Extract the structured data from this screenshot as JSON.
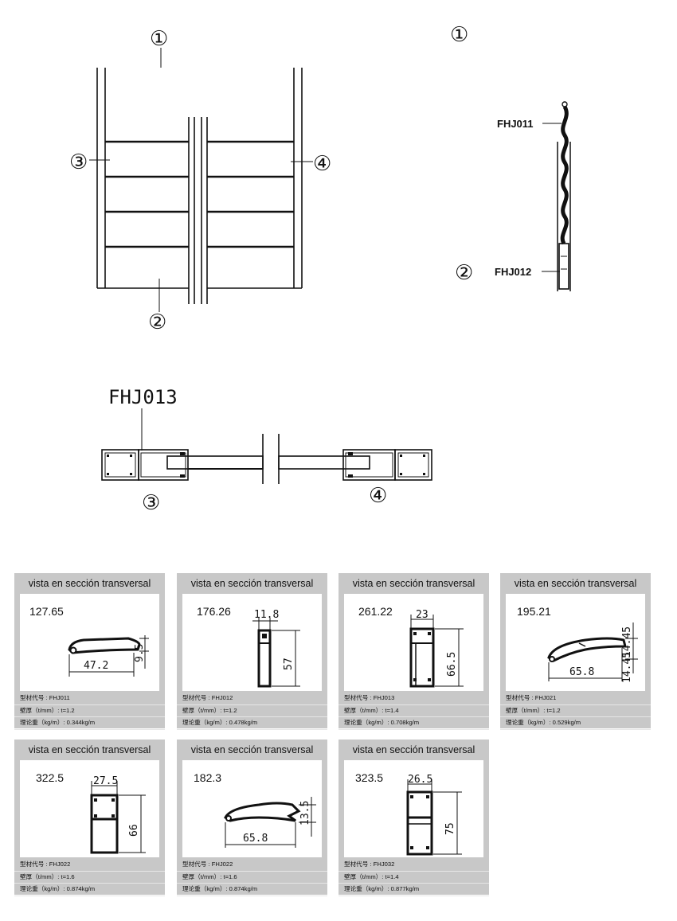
{
  "callouts": {
    "c1_left": "①",
    "c1_right": "①",
    "c2_left": "②",
    "c2_right": "②",
    "c3_left": "③",
    "c4_left": "④",
    "c3_bottom": "③",
    "c4_bottom": "④"
  },
  "side_labels": {
    "top": "FHJ011",
    "bottom": "FHJ012"
  },
  "section_title": "FHJ013",
  "cards": [
    {
      "header": "vista en sección transversal",
      "number": "127.65",
      "dims": [
        "47.2",
        "9.5"
      ],
      "model": "型材代号 : FHJ011",
      "thickness": "壁厚（t/mm）: t=1.2",
      "weight": "理论重（kg/m）: 0.344kg/m"
    },
    {
      "header": "vista en sección transversal",
      "number": "176.26",
      "dims": [
        "11.8",
        "57"
      ],
      "model": "型材代号 : FHJ012",
      "thickness": "壁厚（t/mm）: t=1.2",
      "weight": "理论重（kg/m）: 0.478kg/m"
    },
    {
      "header": "vista en sección transversal",
      "number": "261.22",
      "dims": [
        "23",
        "66.5"
      ],
      "model": "型材代号 : FHJ013",
      "thickness": "壁厚（t/mm）: t=1.4",
      "weight": "理论重（kg/m）: 0.708kg/m"
    },
    {
      "header": "vista en sección transversal",
      "number": "195.21",
      "dims": [
        "65.8",
        "14.45",
        "14.45"
      ],
      "model": "型材代号 : FHJ021",
      "thickness": "壁厚（t/mm）: t=1.2",
      "weight": "理论重（kg/m）: 0.529kg/m"
    },
    {
      "header": "vista en sección transversal",
      "number": "322.5",
      "dims": [
        "27.5",
        "66"
      ],
      "model": "型材代号 : FHJ022",
      "thickness": "壁厚（t/mm）: t=1.6",
      "weight": "理论重（kg/m）: 0.874kg/m"
    },
    {
      "header": "vista en sección transversal",
      "number": "182.3",
      "dims": [
        "65.8",
        "13.5"
      ],
      "model": "型材代号 : FHJ022",
      "thickness": "壁厚（t/mm）: t=1.6",
      "weight": "理论重（kg/m）: 0.874kg/m"
    },
    {
      "header": "vista en sección transversal",
      "number": "323.5",
      "dims": [
        "26.5",
        "75"
      ],
      "model": "型材代号 : FHJ032",
      "thickness": "壁厚（t/mm）: t=1.4",
      "weight": "理论重（kg/m）: 0.877kg/m"
    }
  ]
}
